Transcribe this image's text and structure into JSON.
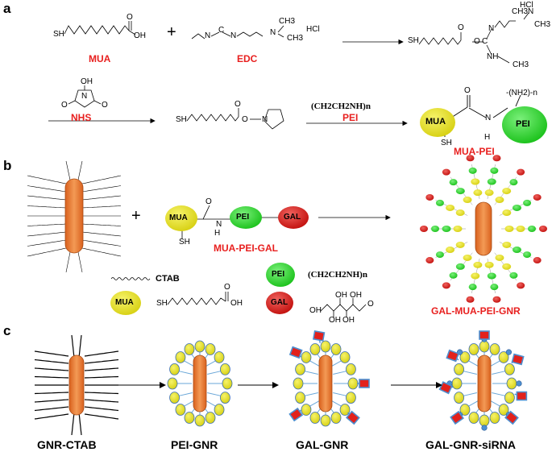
{
  "panels": {
    "a": "a",
    "b": "b",
    "c": "c"
  },
  "a": {
    "mua": "MUA",
    "edc": "EDC",
    "nhs": "NHS",
    "pei": "PEI",
    "pei_formula": "(CH2CH2NH)n",
    "product_label": "MUA-PEI",
    "plus": "+",
    "hcl": "HCl",
    "sh": "SH",
    "oh": "OH",
    "ch3": "CH3",
    "n": "N",
    "c": "C",
    "o": "O",
    "nh": "NH",
    "h": "H",
    "nh2n": "-(NH2)-n"
  },
  "b": {
    "ctab": "CTAB",
    "mua_pei_gal": "MUA-PEI-GAL",
    "mua": "MUA",
    "pei": "PEI",
    "gal": "GAL",
    "pei_formula": "(CH2CH2NH)n",
    "product": "GAL-MUA-PEI-GNR",
    "plus": "+",
    "sh": "SH",
    "oh": "OH",
    "o": "O",
    "n": "N",
    "h": "H"
  },
  "c": {
    "labels": [
      "GNR-CTAB",
      "PEI-GNR",
      "GAL-GNR",
      "GAL-GNR-siRNA"
    ]
  },
  "colors": {
    "rod": "#ee7a33",
    "mua": "#e9e31a",
    "pei": "#2fd52f",
    "gal": "#e2211c",
    "red_text": "#e8201f",
    "sirna": "#4d8fd0"
  }
}
